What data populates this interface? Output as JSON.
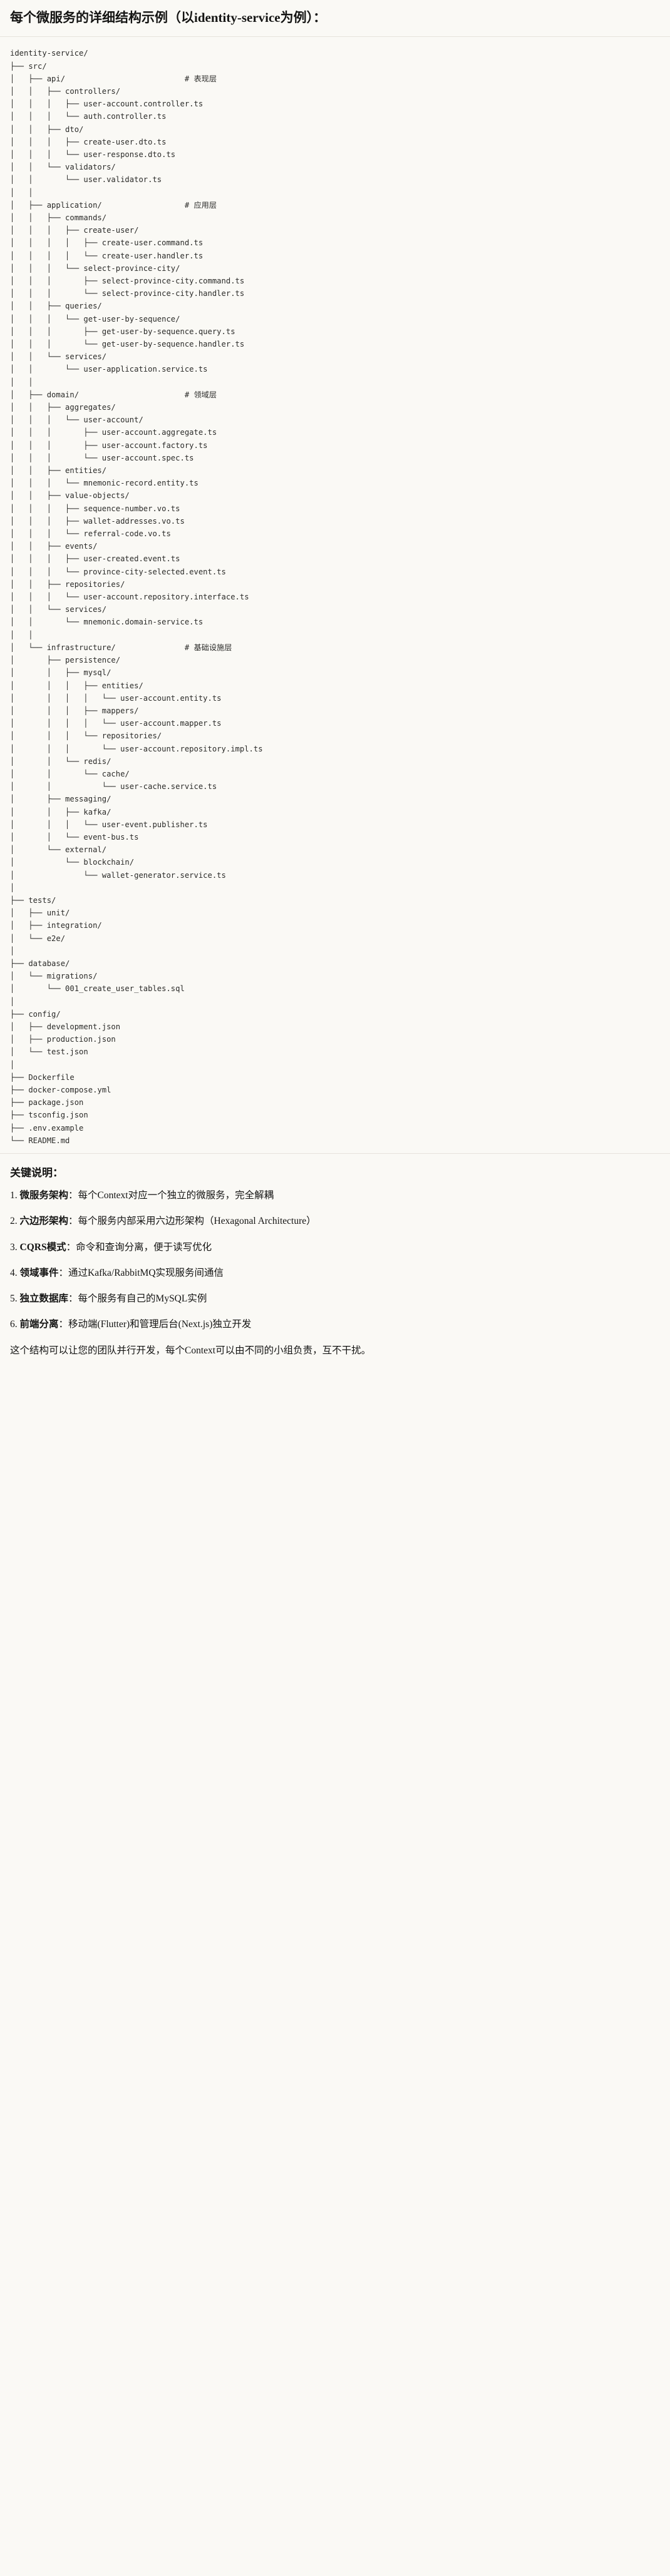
{
  "document": {
    "heading": "每个微服务的详细结构示例（以identity-service为例）：",
    "tree_title": "identity-service/",
    "tree_lines": [
      "identity-service/",
      "├── src/",
      "│   ├── api/                          # 表现层",
      "│   │   ├── controllers/",
      "│   │   │   ├── user-account.controller.ts",
      "│   │   │   └── auth.controller.ts",
      "│   │   ├── dto/",
      "│   │   │   ├── create-user.dto.ts",
      "│   │   │   └── user-response.dto.ts",
      "│   │   └── validators/",
      "│   │       └── user.validator.ts",
      "│   │",
      "│   ├── application/                  # 应用层",
      "│   │   ├── commands/",
      "│   │   │   ├── create-user/",
      "│   │   │   │   ├── create-user.command.ts",
      "│   │   │   │   └── create-user.handler.ts",
      "│   │   │   └── select-province-city/",
      "│   │   │       ├── select-province-city.command.ts",
      "│   │   │       └── select-province-city.handler.ts",
      "│   │   ├── queries/",
      "│   │   │   └── get-user-by-sequence/",
      "│   │   │       ├── get-user-by-sequence.query.ts",
      "│   │   │       └── get-user-by-sequence.handler.ts",
      "│   │   └── services/",
      "│   │       └── user-application.service.ts",
      "│   │",
      "│   ├── domain/                       # 领域层",
      "│   │   ├── aggregates/",
      "│   │   │   └── user-account/",
      "│   │   │       ├── user-account.aggregate.ts",
      "│   │   │       ├── user-account.factory.ts",
      "│   │   │       └── user-account.spec.ts",
      "│   │   ├── entities/",
      "│   │   │   └── mnemonic-record.entity.ts",
      "│   │   ├── value-objects/",
      "│   │   │   ├── sequence-number.vo.ts",
      "│   │   │   ├── wallet-addresses.vo.ts",
      "│   │   │   └── referral-code.vo.ts",
      "│   │   ├── events/",
      "│   │   │   ├── user-created.event.ts",
      "│   │   │   └── province-city-selected.event.ts",
      "│   │   ├── repositories/",
      "│   │   │   └── user-account.repository.interface.ts",
      "│   │   └── services/",
      "│   │       └── mnemonic.domain-service.ts",
      "│   │",
      "│   └── infrastructure/               # 基础设施层",
      "│       ├── persistence/",
      "│       │   ├── mysql/",
      "│       │   │   ├── entities/",
      "│       │   │   │   └── user-account.entity.ts",
      "│       │   │   ├── mappers/",
      "│       │   │   │   └── user-account.mapper.ts",
      "│       │   │   └── repositories/",
      "│       │   │       └── user-account.repository.impl.ts",
      "│       │   └── redis/",
      "│       │       └── cache/",
      "│       │           └── user-cache.service.ts",
      "│       ├── messaging/",
      "│       │   ├── kafka/",
      "│       │   │   └── user-event.publisher.ts",
      "│       │   └── event-bus.ts",
      "│       └── external/",
      "│           └── blockchain/",
      "│               └── wallet-generator.service.ts",
      "│",
      "├── tests/",
      "│   ├── unit/",
      "│   ├── integration/",
      "│   └── e2e/",
      "│",
      "├── database/",
      "│   └── migrations/",
      "│       └── 001_create_user_tables.sql",
      "│",
      "├── config/",
      "│   ├── development.json",
      "│   ├── production.json",
      "│   └── test.json",
      "│",
      "├── Dockerfile",
      "├── docker-compose.yml",
      "├── package.json",
      "├── tsconfig.json",
      "├── .env.example",
      "└── README.md"
    ],
    "notes_title": "关键说明：",
    "notes": [
      {
        "term": "微服务架构",
        "sep": "：",
        "desc": "每个Context对应一个独立的微服务，完全解耦"
      },
      {
        "term": "六边形架构",
        "sep": "：",
        "desc": "每个服务内部采用六边形架构（Hexagonal Architecture）"
      },
      {
        "term": "CQRS模式",
        "sep": "：",
        "desc": "命令和查询分离，便于读写优化"
      },
      {
        "term": "领域事件",
        "sep": "：",
        "desc": "通过Kafka/RabbitMQ实现服务间通信"
      },
      {
        "term": "独立数据库",
        "sep": "：",
        "desc": "每个服务有自己的MySQL实例"
      },
      {
        "term": "前端分离",
        "sep": "：",
        "desc": "移动端(Flutter)和管理后台(Next.js)独立开发"
      }
    ],
    "closing": "这个结构可以让您的团队并行开发，每个Context可以由不同的小组负责，互不干扰。"
  },
  "colors": {
    "page_background": "#faf9f5",
    "text": "#141413",
    "code_text": "#2b2b29",
    "divider": "#e6e3dc"
  }
}
